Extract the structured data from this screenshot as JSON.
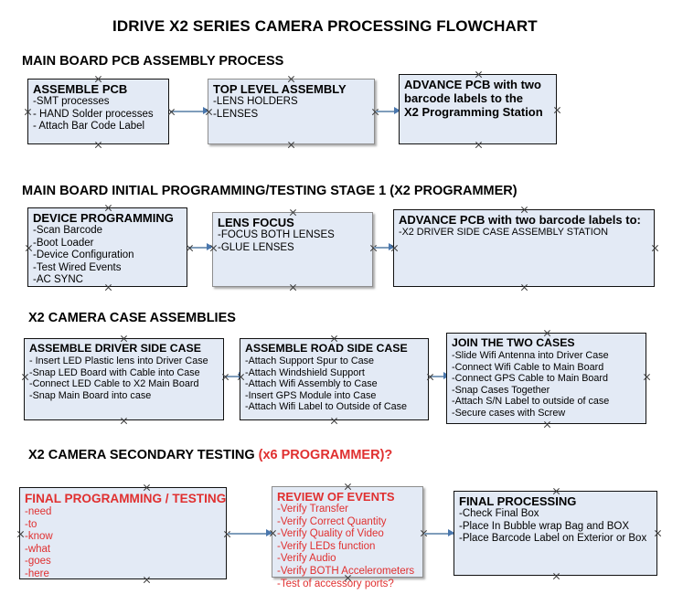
{
  "document": {
    "title": "IDRIVE X2  SERIES CAMERA PROCESSING FLOWCHART"
  },
  "sections": [
    {
      "id": "main-board-pcb-assembly",
      "heading": "MAIN BOARD PCB ASSEMBLY PROCESS",
      "heading_accent": ""
    },
    {
      "id": "main-board-initial-programming",
      "heading": "MAIN BOARD INITIAL PROGRAMMING/TESTING STAGE 1 (X2 PROGRAMMER)",
      "heading_accent": ""
    },
    {
      "id": "x2-camera-case-assemblies",
      "heading": "X2 CAMERA CASE ASSEMBLIES",
      "heading_accent": ""
    },
    {
      "id": "x2-camera-secondary-testing",
      "heading": "X2 CAMERA SECONDARY TESTING ",
      "heading_accent": "(x6 PROGRAMMER)?"
    }
  ],
  "boxes": {
    "assemble_pcb": {
      "title": "ASSEMBLE PCB",
      "lines": [
        " -SMT processes",
        "- HAND Solder processes",
        "- Attach Bar Code Label"
      ]
    },
    "top_level_assembly": {
      "title": "TOP LEVEL ASSEMBLY",
      "lines": [
        "-LENS HOLDERS",
        "-LENSES"
      ]
    },
    "advance_pcb_station": {
      "title": "ADVANCE PCB with two",
      "lines": [
        "barcode labels to the",
        " X2 Programming Station"
      ]
    },
    "device_programming": {
      "title": "DEVICE PROGRAMMING",
      "lines": [
        "-Scan Barcode",
        "-Boot Loader",
        "-Device Configuration",
        "-Test Wired Events",
        "-AC SYNC"
      ]
    },
    "lens_focus": {
      "title": "LENS FOCUS",
      "lines": [
        "-FOCUS BOTH LENSES",
        "-GLUE LENSES"
      ]
    },
    "advance_pcb_driver_case": {
      "title": "ADVANCE PCB with two barcode labels to:",
      "lines": [
        "-X2 DRIVER  SIDE  CASE  ASSEMBLY STATION"
      ]
    },
    "assemble_driver_side_case": {
      "title": "ASSEMBLE DRIVER SIDE CASE",
      "lines": [
        "- Insert LED Plastic lens into Driver Case",
        "-Snap LED Board with Cable into Case",
        "-Connect LED Cable to X2 Main Board",
        "-Snap Main Board into case"
      ]
    },
    "assemble_road_side_case": {
      "title": "ASSEMBLE ROAD SIDE CASE",
      "lines": [
        "-Attach Support Spur to Case",
        "-Attach Windshield Support",
        "-Attach Wifi Assembly to Case",
        "-Insert GPS Module into Case",
        "-Attach Wifi Label to Outside of Case"
      ]
    },
    "join_the_two_cases": {
      "title": "JOIN THE TWO CASES",
      "lines": [
        "-Slide Wifi Antenna into Driver Case",
        "-Connect Wifi Cable to Main Board",
        "-Connect GPS Cable to Main Board",
        "-Snap Cases Together",
        "-Attach S/N Label to outside of case",
        "-Secure cases with Screw"
      ]
    },
    "final_programming_testing": {
      "title": "FINAL PROGRAMMING / TESTING",
      "lines": [
        "-need",
        "-to",
        "-know",
        "-what",
        "-goes",
        "-here"
      ]
    },
    "review_of_events": {
      "title": "REVIEW OF EVENTS",
      "lines": [
        "-Verify Transfer",
        "-Verify Correct Quantity",
        "-Verify Quality of Video",
        "-Verify LEDs function",
        "-Verify Audio",
        "-Verify BOTH Accelerometers",
        "-Test of accessory ports?"
      ]
    },
    "final_processing": {
      "title": "FINAL PROCESSING",
      "lines": [
        " -Check Final Box",
        "-Place In Bubble wrap Bag and BOX",
        "-Place Barcode Label on Exterior or Box"
      ]
    }
  },
  "colors": {
    "box_fill": "#e3eaf5",
    "box_border": "#111111",
    "box_border_selected": "#8d8d8d",
    "connector": "#7f9dbb",
    "arrow": "#4a77ad",
    "accent_red": "#e03030",
    "text": "#000000",
    "background": "#ffffff"
  }
}
